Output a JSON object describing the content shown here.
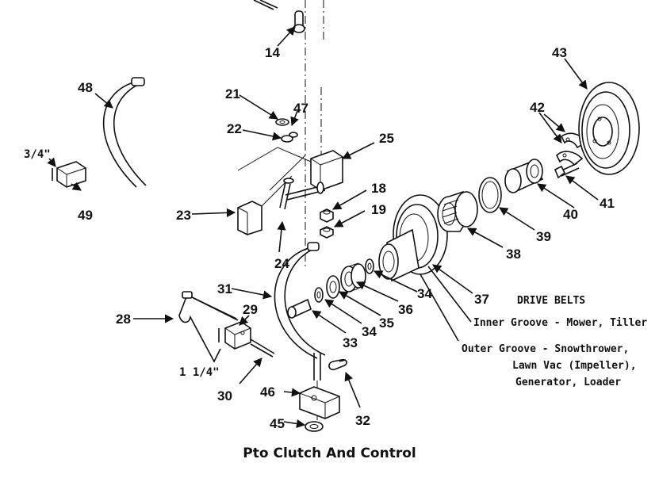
{
  "caption": "Pto Clutch And Control",
  "labels": {
    "l14": "14",
    "l18": "18",
    "l19": "19",
    "l21": "21",
    "l22": "22",
    "l23": "23",
    "l24": "24",
    "l25": "25",
    "l28": "28",
    "l29": "29",
    "l30": "30",
    "l31": "31",
    "l32": "32",
    "l33": "33",
    "l34a": "34",
    "l34b": "34",
    "l35": "35",
    "l36": "36",
    "l37": "37",
    "l38": "38",
    "l39": "39",
    "l40": "40",
    "l41": "41",
    "l42": "42",
    "l43": "43",
    "l45": "45",
    "l46": "46",
    "l47": "47",
    "l48": "48",
    "l49": "49"
  },
  "dimensions": {
    "three_quarter": "3/4\"",
    "one_quarter": "1 1/4\""
  },
  "drive_belts": {
    "heading": "DRIVE BELTS",
    "inner": "Inner Groove - Mower, Tiller",
    "outer_1": "Outer Groove - Snowthrower,",
    "outer_2": "Lawn Vac (Impeller),",
    "outer_3": "Generator, Loader"
  }
}
